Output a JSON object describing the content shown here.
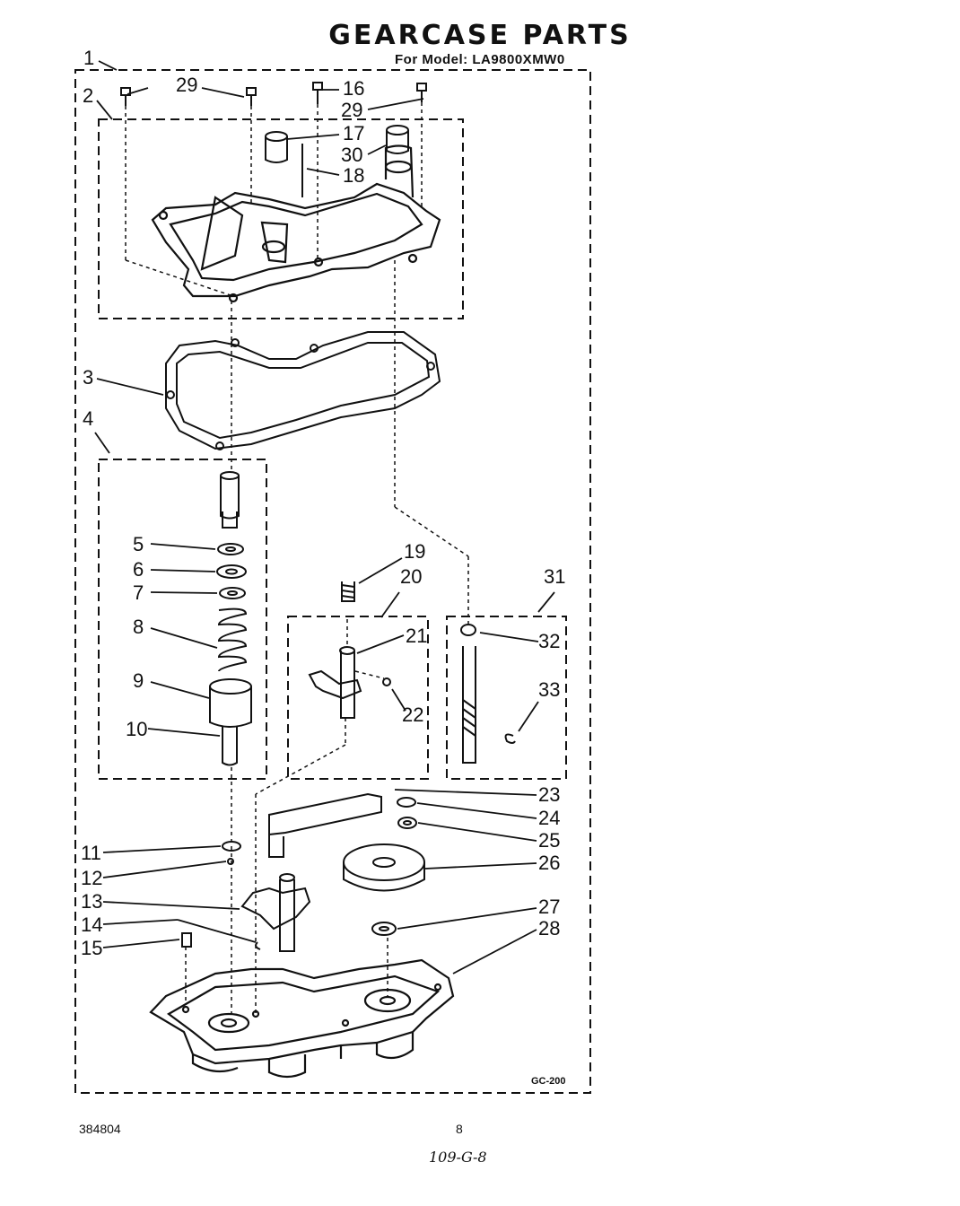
{
  "header": {
    "title": "GEARCASE PARTS",
    "subtitle": "For Model: LA9800XMW0"
  },
  "footer": {
    "doc_number": "384804",
    "page_number": "8",
    "handwritten_note": "109-G-8",
    "diagram_code": "GC-200"
  },
  "callouts": [
    "1",
    "2",
    "3",
    "4",
    "5",
    "6",
    "7",
    "8",
    "9",
    "10",
    "11",
    "12",
    "13",
    "14",
    "15",
    "16",
    "17",
    "18",
    "19",
    "20",
    "21",
    "22",
    "23",
    "24",
    "25",
    "26",
    "27",
    "28",
    "29",
    "29",
    "30",
    "31",
    "32",
    "33"
  ]
}
